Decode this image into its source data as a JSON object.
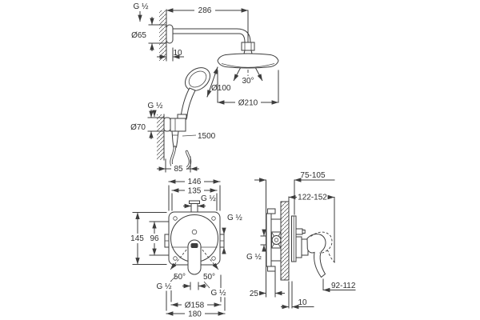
{
  "meta": {
    "drawing_type": "shower-system-installation-dimensions",
    "background": "#ffffff",
    "line_color": "#3d3d3d"
  },
  "head_shower_view": {
    "wall_thread_label": "G ½",
    "arm_length": "286",
    "flange_diameter": "Ø65",
    "arm_wall_offset": "10",
    "spray_angle": "30°",
    "head_diameter": "Ø210",
    "handshower_diameter": "Ø100",
    "holder_thread_label": "G ½",
    "holder_flange_diameter": "Ø70",
    "hose_length": "1500",
    "hose_loop_width": "85"
  },
  "mixer_front_view": {
    "box_width_outer": "146",
    "box_width_inner": "135",
    "top_port_thread": "G ½",
    "right_port_thread": "G ½",
    "box_height_outer": "145",
    "box_height_inner": "96",
    "swing_angle_left": "50°",
    "swing_angle_right": "50°",
    "bottom_left_thread": "G ½",
    "bottom_right_thread": "G ½",
    "plate_diameter": "Ø158",
    "overall_width": "180"
  },
  "mixer_side_view": {
    "mounting_depth_range": "75-105",
    "overall_depth_range": "122-152",
    "inlet_thread": "G ½",
    "body_depth": "25",
    "lever_projection_range": "92-112",
    "wall_finish_thickness": "10"
  }
}
